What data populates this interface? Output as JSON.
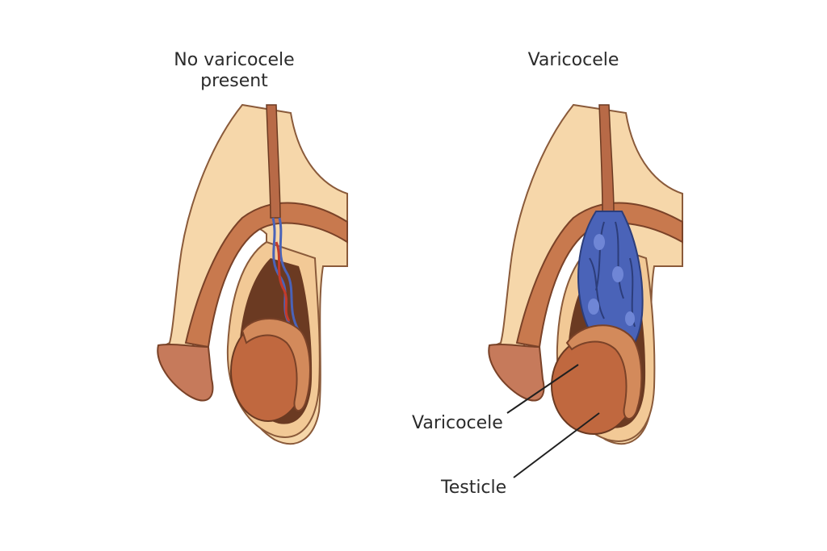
{
  "titles": {
    "left_line1": "No varicocele",
    "left_line2": "present",
    "right": "Varicocele"
  },
  "labels": {
    "varicocele": "Varicocele",
    "testicle": "Testicle"
  },
  "colors": {
    "skin": "#f6d7aa",
    "skin_dark": "#e9b883",
    "muscle": "#b86a47",
    "muscle_dark": "#8a4a30",
    "testicle": "#c0683f",
    "cavity": "#6b3a22",
    "vein": "#4a63b8",
    "artery": "#c33a2a"
  }
}
